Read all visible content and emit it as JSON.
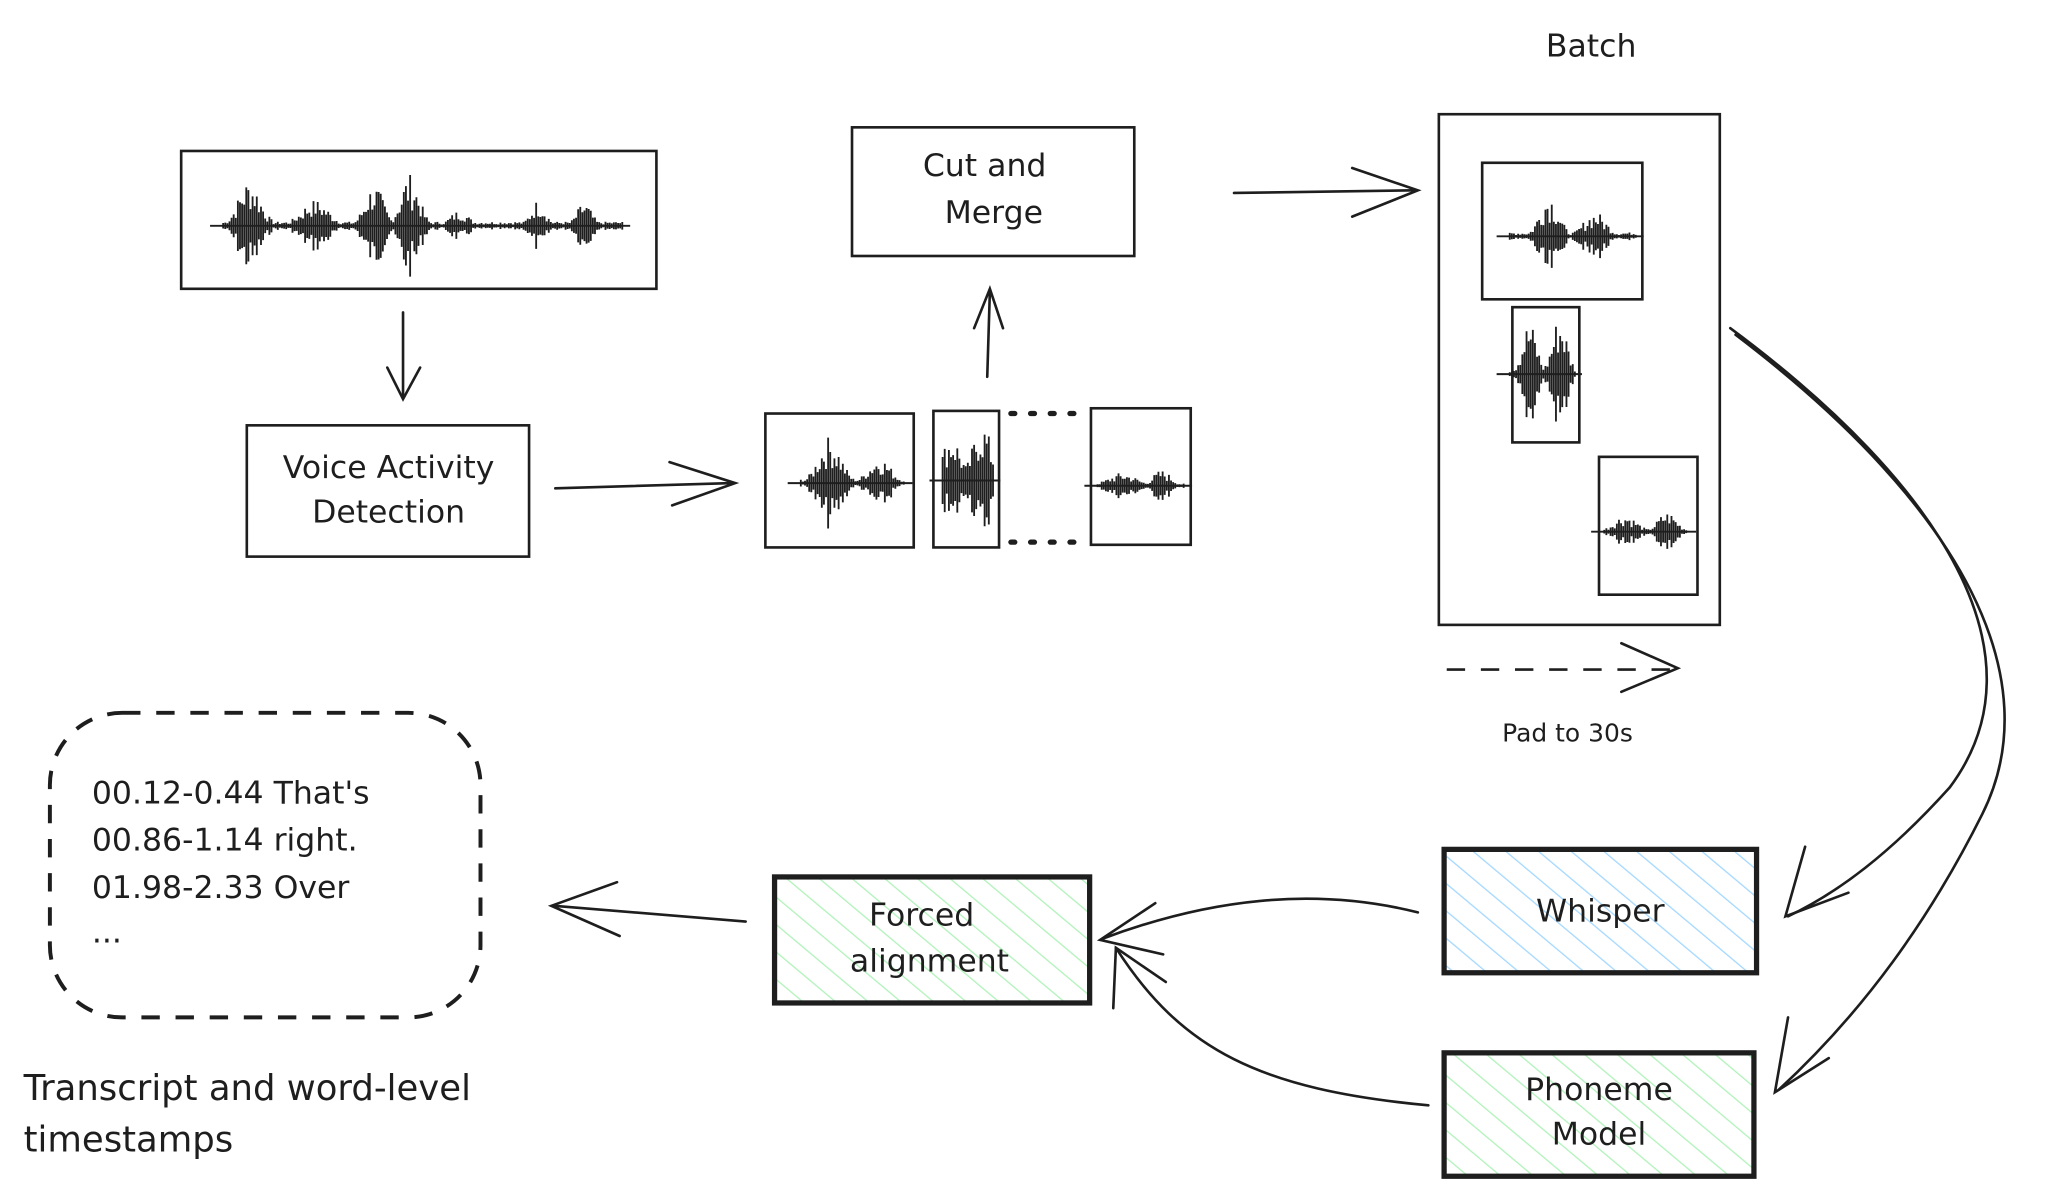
{
  "diagram": {
    "batch_title": "Batch",
    "vad_label": [
      "Voice Activity",
      "Detection"
    ],
    "cut_merge_label": [
      "Cut and",
      "Merge"
    ],
    "pad_label": "Pad to 30s",
    "whisper_label": "Whisper",
    "phoneme_label": [
      "Phoneme",
      "Model"
    ],
    "forced_alignment_label": [
      "Forced",
      "alignment"
    ],
    "transcript_lines": [
      "00.12-0.44 That's",
      "00.86-1.14 right.",
      "01.98-2.33 Over",
      "..."
    ],
    "output_caption": [
      "Transcript and word-level",
      "timestamps"
    ],
    "colors": {
      "stroke": "#1e1e1e",
      "whisper_fill": "#a5d8ff",
      "green_fill": "#b2f2bb"
    }
  }
}
